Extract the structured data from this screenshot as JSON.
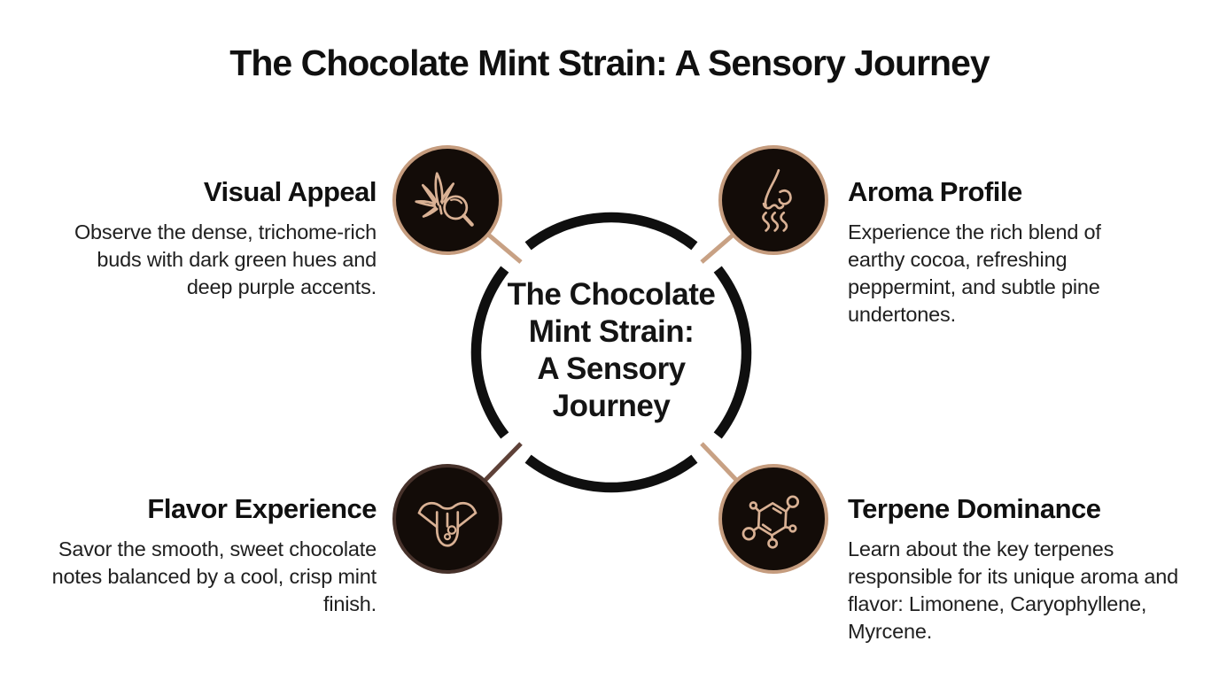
{
  "title": "The Chocolate Mint Strain: A Sensory Journey",
  "center": {
    "lines": [
      "The Chocolate",
      "Mint Strain:",
      "A Sensory",
      "Journey"
    ]
  },
  "nodes": [
    {
      "id": "visual-appeal",
      "position": "top-left",
      "icon": "cannabis-leaf-magnifier-icon",
      "title": "Visual Appeal",
      "description": "Observe the dense, trichome-rich buds with dark green hues and deep purple accents."
    },
    {
      "id": "aroma-profile",
      "position": "top-right",
      "icon": "nose-scent-icon",
      "title": "Aroma Profile",
      "description": "Experience the rich blend of earthy cocoa, refreshing peppermint, and subtle pine undertones."
    },
    {
      "id": "flavor-experience",
      "position": "bottom-left",
      "icon": "mouth-tongue-icon",
      "title": "Flavor Experience",
      "description": "Savor the smooth, sweet chocolate notes balanced by a cool, crisp mint finish."
    },
    {
      "id": "terpene-dominance",
      "position": "bottom-right",
      "icon": "terpene-molecule-icon",
      "title": "Terpene Dominance",
      "description": "Learn about the key terpenes responsible for its unique aroma and flavor: Limonene, Caryophyllene, Myrcene."
    }
  ],
  "colors": {
    "background": "#ffffff",
    "ink": "#101010",
    "body_text": "#202020",
    "ring": "#0f0f0f",
    "node_fill": "#130c08",
    "node_border_tan": "#c59c7e",
    "node_border_brown": "#47322b",
    "connector_tan": "#c8a184",
    "connector_brown": "#5e4138",
    "icon_stroke": "#d9b194"
  }
}
